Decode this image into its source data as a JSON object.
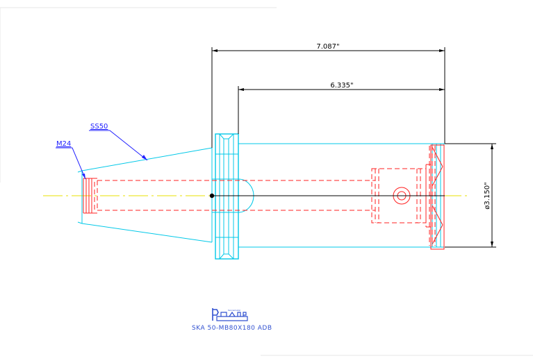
{
  "dimensions": {
    "overall_length": "7.087\"",
    "body_length": "6.335\"",
    "body_diameter": "ø3.150\""
  },
  "callouts": {
    "taper": "SS50",
    "thread": "M24"
  },
  "footer": {
    "logo_text": "Kennametal",
    "part_number": "SKA 50-MB80X180 ADB"
  },
  "colors": {
    "outline": "#00c8e8",
    "hidden": "#ff2020",
    "centerline": "#e8e000",
    "callout": "#2020ff",
    "dimension": "#000000"
  }
}
